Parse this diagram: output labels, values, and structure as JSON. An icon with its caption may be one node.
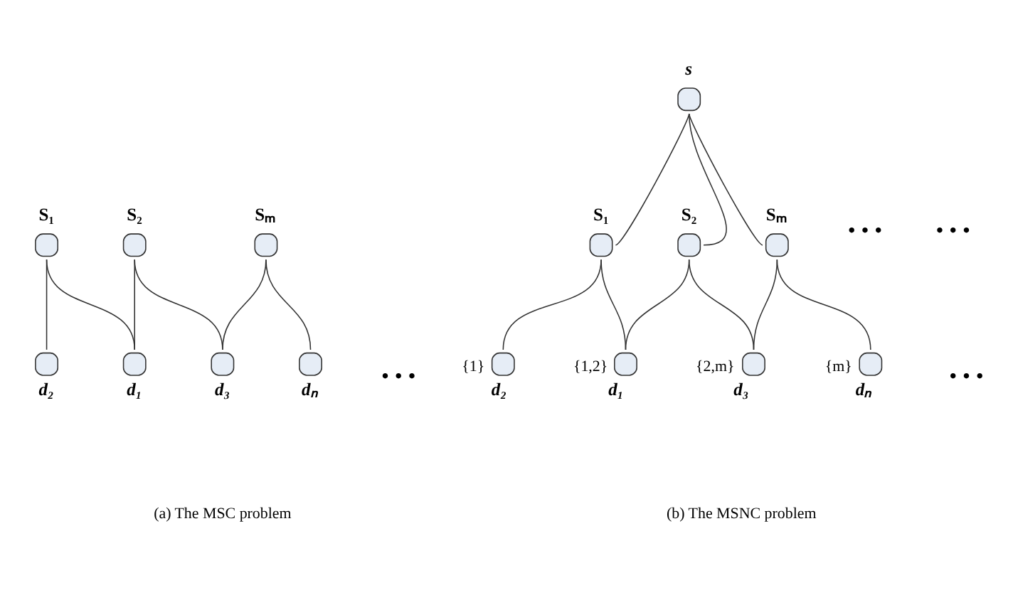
{
  "diagram": {
    "nodes": [
      {
        "text": [
          "S₁"
        ]
      },
      {
        "text": [
          "S₂"
        ]
      },
      {
        "text": [
          "Sₘ"
        ]
      },
      {
        "text": [
          "d₁"
        ]
      },
      {
        "text": [
          "d₂"
        ]
      },
      {
        "text": [
          "d₃"
        ]
      },
      {
        "text": [
          "dₙ"
        ]
      },
      {
        "text": [
          "s"
        ]
      },
      {
        "text": [
          "S₁"
        ]
      },
      {
        "text": [
          "S₂"
        ]
      },
      {
        "text": [
          "Sₘ"
        ]
      },
      {
        "text": [
          "d₁"
        ],
        "beside": [
          "{1,2}"
        ]
      },
      {
        "text": [
          "d₂"
        ],
        "beside": [
          "{1}"
        ]
      },
      {
        "text": [
          "d₃"
        ],
        "beside": [
          "{2,m}"
        ]
      },
      {
        "text": [
          "dₙ"
        ],
        "beside": [
          "{m}"
        ]
      }
    ],
    "edges": [
      {
        "from": 0,
        "to": 3,
        "arrow": "none"
      },
      {
        "from": 0,
        "to": 4,
        "arrow": "none"
      },
      {
        "from": 1,
        "to": 3,
        "arrow": "none"
      },
      {
        "from": 1,
        "to": 5,
        "arrow": "none"
      },
      {
        "from": 2,
        "to": 5,
        "arrow": "none"
      },
      {
        "from": 2,
        "to": 6,
        "arrow": "none"
      },
      {
        "from": 7,
        "to": 8,
        "arrow": "none"
      },
      {
        "from": 7,
        "to": 9,
        "arrow": "none"
      },
      {
        "from": 7,
        "to": 10,
        "arrow": "none"
      },
      {
        "from": 8,
        "to": 11,
        "arrow": "none"
      },
      {
        "from": 8,
        "to": 12,
        "arrow": "none"
      },
      {
        "from": 9,
        "to": 11,
        "arrow": "none"
      },
      {
        "from": 9,
        "to": 13,
        "arrow": "none"
      },
      {
        "from": 10,
        "to": 13,
        "arrow": "none"
      },
      {
        "from": 10,
        "to": 14,
        "arrow": "none"
      }
    ],
    "labels": [
      "• • •",
      "• • •",
      "• • •",
      "• • •",
      "(a) The MSC problem",
      "(b) The MSNC problem"
    ]
  }
}
